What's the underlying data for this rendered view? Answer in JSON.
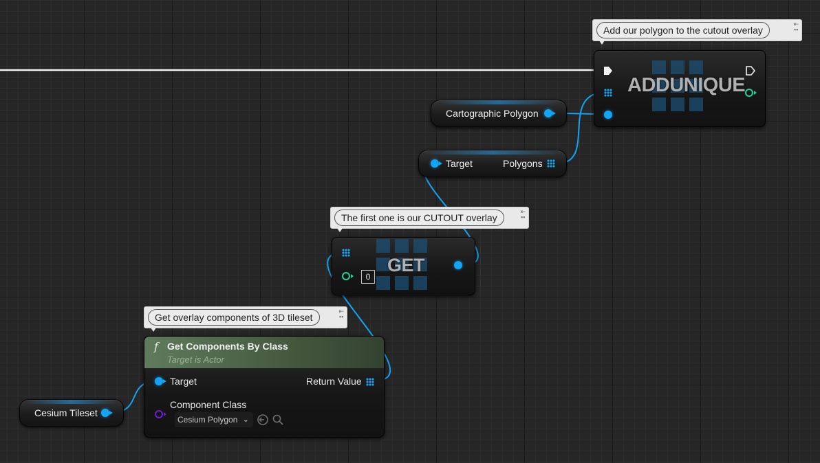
{
  "comments": {
    "add_unique": "Add our polygon to the cutout overlay",
    "get": "The first one is our CUTOUT overlay",
    "get_components": "Get overlay components of 3D tileset"
  },
  "add_unique_node": {
    "title": "ADDUNIQUE"
  },
  "get_node": {
    "title": "GET",
    "index": "0"
  },
  "cartographic_polygon_node": {
    "label": "Cartographic Polygon"
  },
  "polygons_node": {
    "input_label": "Target",
    "output_label": "Polygons"
  },
  "get_components_node": {
    "icon": "f",
    "title": "Get Components By Class",
    "subtitle": "Target is Actor",
    "target_label": "Target",
    "return_label": "Return Value",
    "component_class_label": "Component Class",
    "component_class_value": "Cesium Polygon"
  },
  "cesium_tileset_node": {
    "label": "Cesium Tileset"
  },
  "colors": {
    "object_pin": "#12a4f5",
    "int_pin": "#23d49a",
    "class_pin": "#6a1fd0",
    "function_header": "#5f7b5c",
    "comment_bg": "#e9e9e9"
  },
  "icons": [
    "exec-pin-icon",
    "array-pin-icon",
    "object-pin-icon",
    "function-icon",
    "chevron-down-icon",
    "use-selected-icon",
    "browse-icon",
    "comment-pin-icon"
  ]
}
